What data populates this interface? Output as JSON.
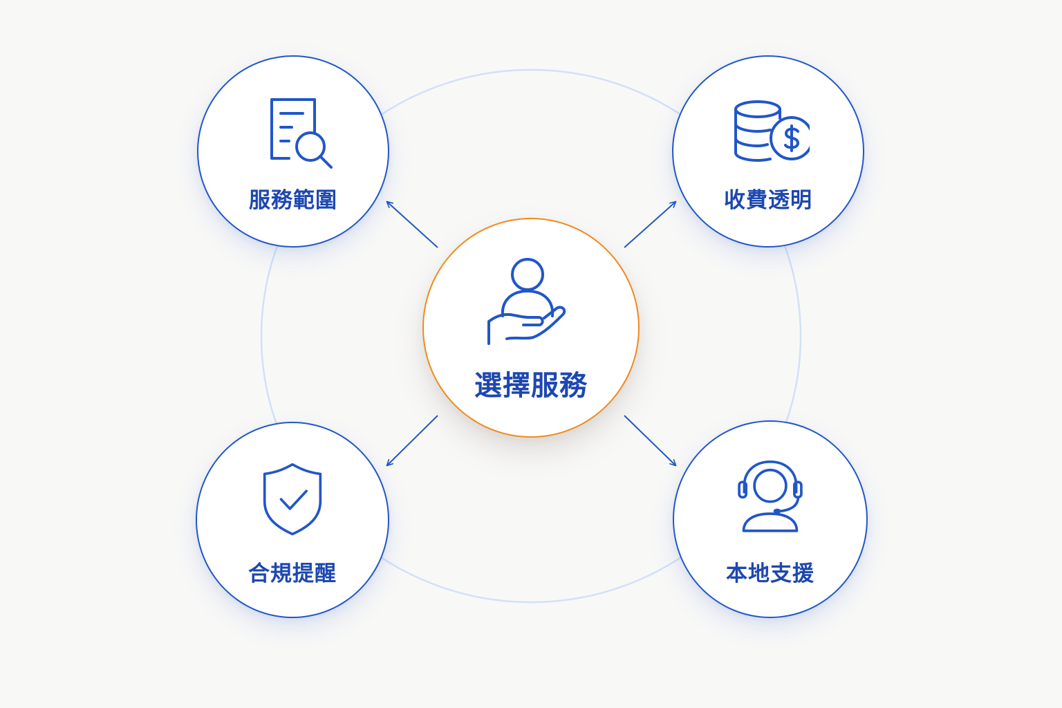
{
  "center": {
    "label": "選擇服務",
    "icon": "hand-holding-person-icon",
    "border_color": "#f08a1c"
  },
  "nodes": [
    {
      "id": "tl",
      "label": "服務範圍",
      "icon": "document-search-icon"
    },
    {
      "id": "tr",
      "label": "收費透明",
      "icon": "coins-dollar-icon"
    },
    {
      "id": "bl",
      "label": "合規提醒",
      "icon": "shield-check-icon"
    },
    {
      "id": "br",
      "label": "本地支援",
      "icon": "headset-support-icon"
    }
  ],
  "colors": {
    "primary": "#2156c8",
    "accent": "#f08a1c",
    "ring": "#d3e0f8",
    "background": "#f8f8f7"
  }
}
